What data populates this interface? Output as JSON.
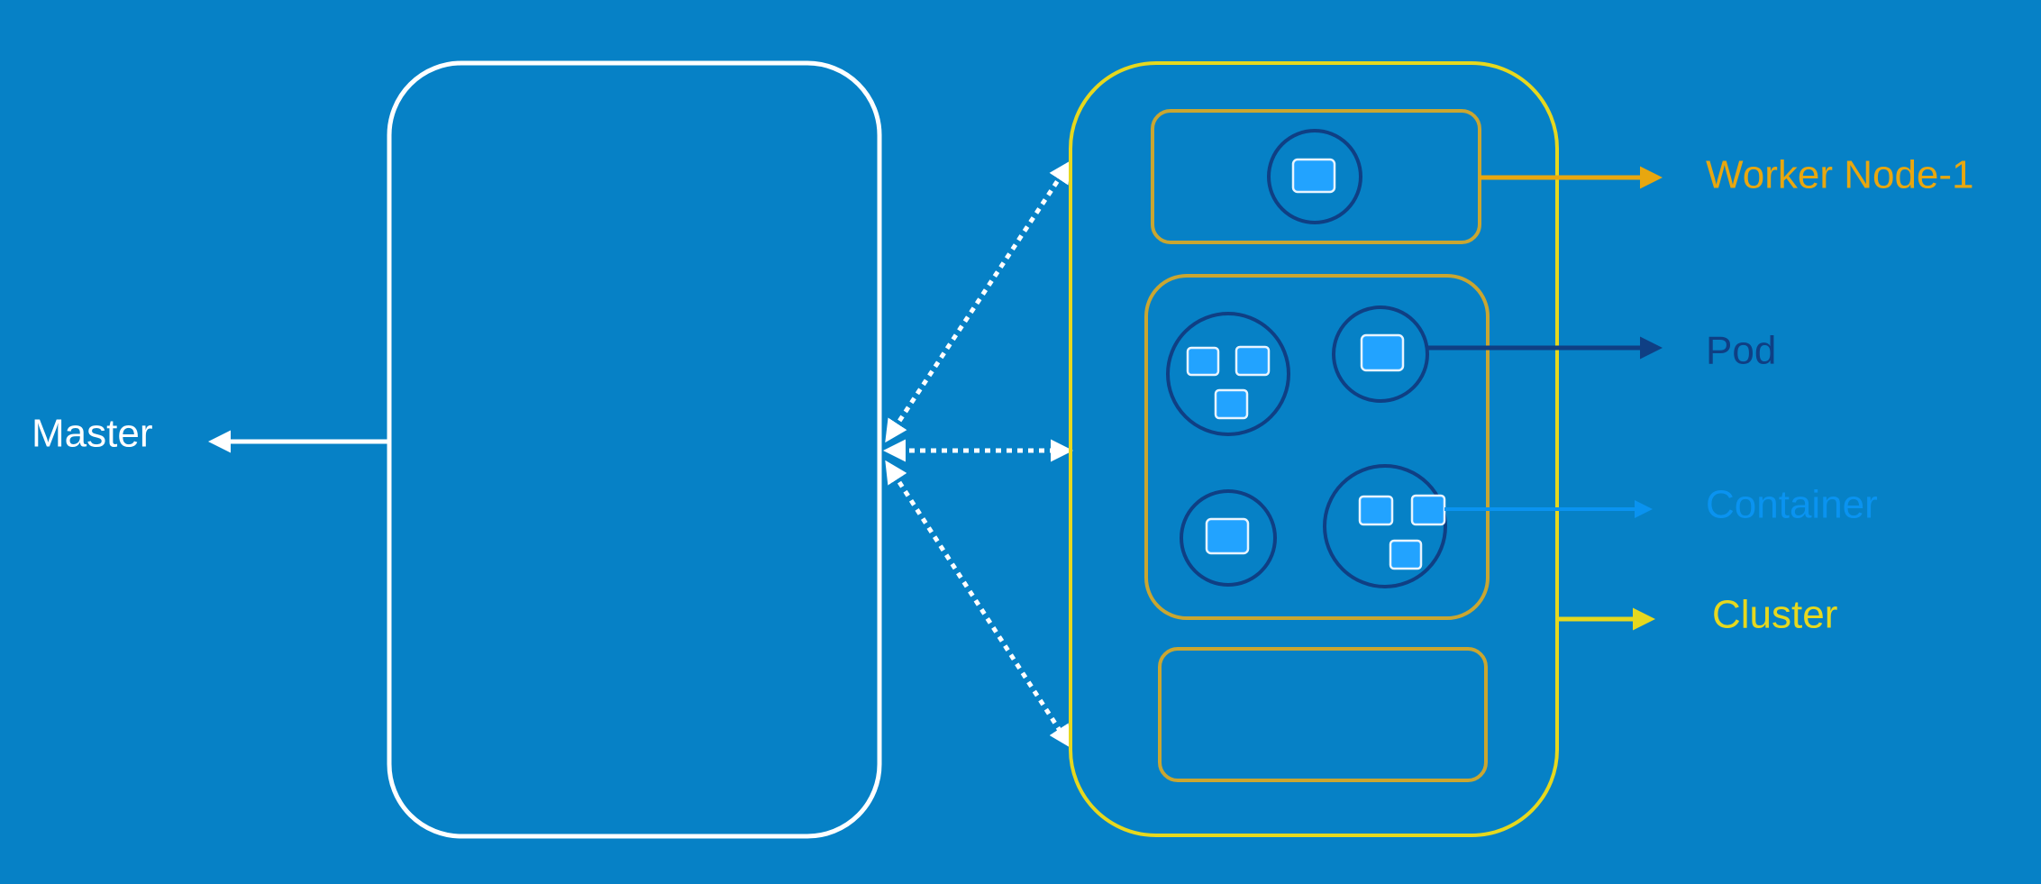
{
  "colors": {
    "background": "#0681c6",
    "master": "#ffffff",
    "cluster": "#e6d81e",
    "node": "#c9a631",
    "pod": "#0f3f84",
    "container_fill": "#22a3ff",
    "container_label": "#0a93f0",
    "worker_label": "#e8a70f",
    "link": "#ffffff"
  },
  "labels": {
    "master": "Master",
    "worker_node": "Worker Node-1",
    "pod": "Pod",
    "container": "Container",
    "cluster": "Cluster"
  },
  "icons": {
    "pod": "circle",
    "container": "rounded-square",
    "arrow": "arrowhead"
  }
}
